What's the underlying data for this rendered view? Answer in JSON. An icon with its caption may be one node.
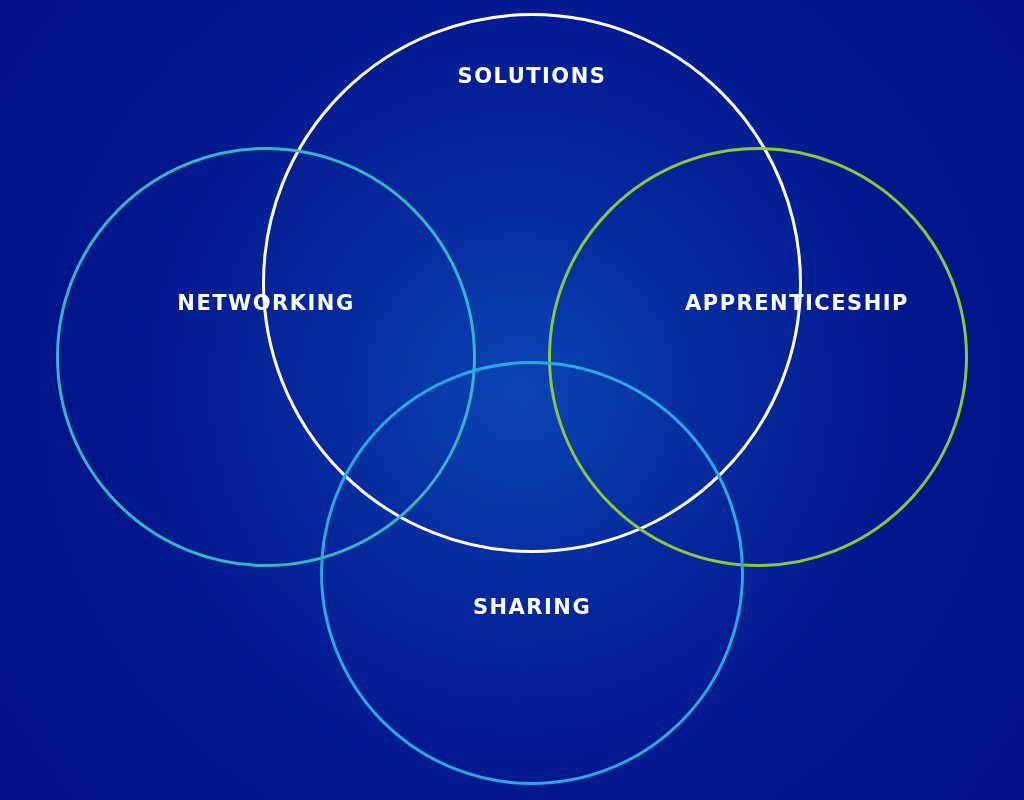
{
  "diagram": {
    "nodes": [
      {
        "text": [
          "SOLUTIONS"
        ]
      },
      {
        "text": [
          "NETWORKING"
        ]
      },
      {
        "text": [
          "APPRENTICESHIP"
        ]
      },
      {
        "text": [
          "SHARING"
        ]
      }
    ]
  }
}
